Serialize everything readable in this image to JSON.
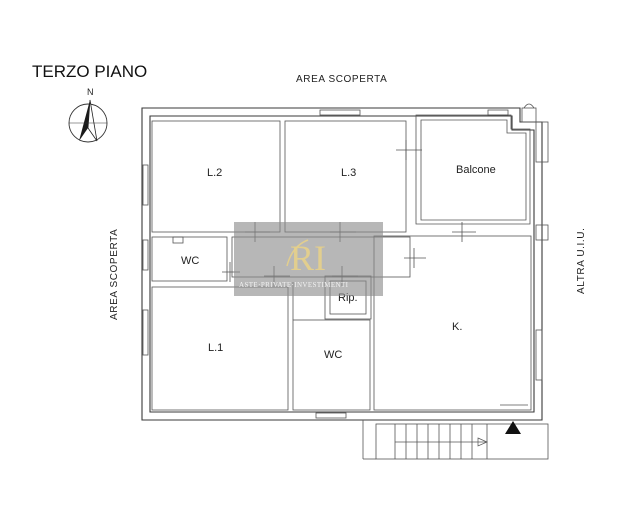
{
  "plan": {
    "title": "TERZO PIANO",
    "compass_letter": "N",
    "labels": {
      "top_area": "AREA SCOPERTA",
      "left_area": "AREA SCOPERTA",
      "right_area": "ALTRA U.I.U."
    },
    "rooms": [
      {
        "id": "l2",
        "label": "L.2"
      },
      {
        "id": "l3",
        "label": "L.3"
      },
      {
        "id": "balcone",
        "label": "Balcone"
      },
      {
        "id": "wc1",
        "label": "WC"
      },
      {
        "id": "rip",
        "label": "Rip."
      },
      {
        "id": "l1",
        "label": "L.1"
      },
      {
        "id": "wc2",
        "label": "WC"
      },
      {
        "id": "k",
        "label": "K."
      }
    ],
    "watermark": {
      "logo_letters": "RI",
      "text": "ASTE·PRIVATE·INVESTIMENTI"
    },
    "colors": {
      "walls": "#3a3a3a",
      "watermark_bg": "#8a8a8a",
      "watermark_logo": "#e7d08a"
    }
  }
}
